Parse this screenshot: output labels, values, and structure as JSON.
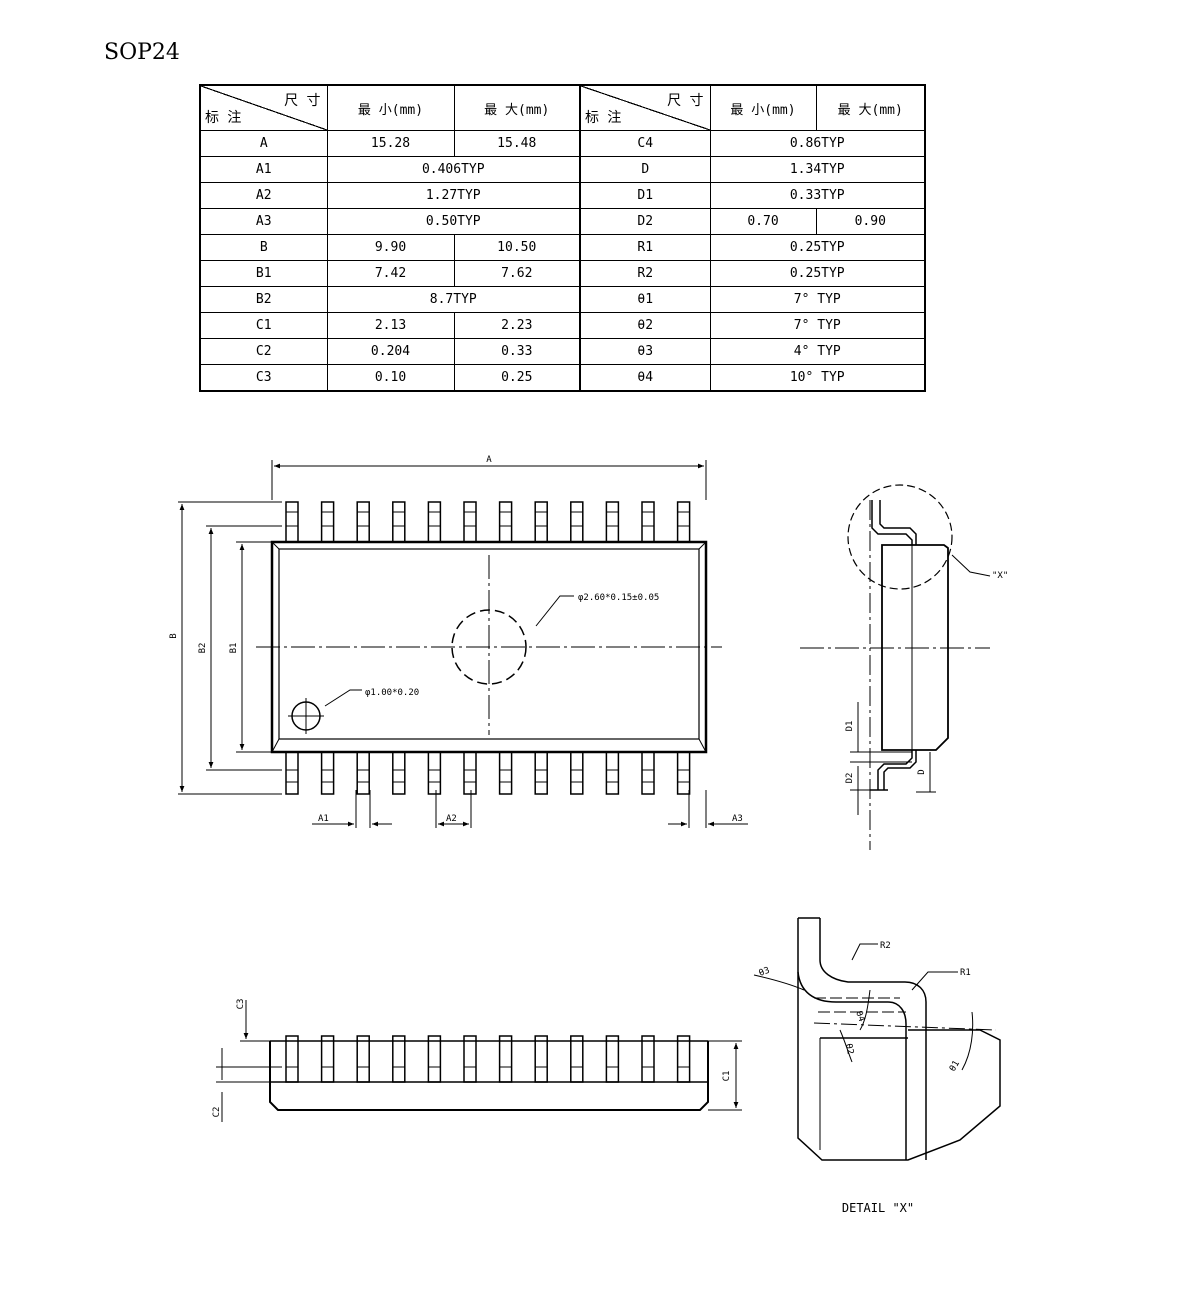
{
  "title": "SOP24",
  "table": {
    "header_top": "尺 寸",
    "header_bottom": "标 注",
    "col_min": "最 小(mm)",
    "col_max": "最 大(mm)",
    "left_rows": [
      {
        "label": "A",
        "min": "15.28",
        "max": "15.48"
      },
      {
        "label": "A1",
        "value": "0.406TYP"
      },
      {
        "label": "A2",
        "value": "1.27TYP"
      },
      {
        "label": "A3",
        "value": "0.50TYP"
      },
      {
        "label": "B",
        "min": "9.90",
        "max": "10.50"
      },
      {
        "label": "B1",
        "min": "7.42",
        "max": "7.62"
      },
      {
        "label": "B2",
        "value": "8.7TYP"
      },
      {
        "label": "C1",
        "min": "2.13",
        "max": "2.23"
      },
      {
        "label": "C2",
        "min": "0.204",
        "max": "0.33"
      },
      {
        "label": "C3",
        "min": "0.10",
        "max": "0.25"
      }
    ],
    "right_rows": [
      {
        "label": "C4",
        "value": "0.86TYP"
      },
      {
        "label": "D",
        "value": "1.34TYP"
      },
      {
        "label": "D1",
        "value": "0.33TYP"
      },
      {
        "label": "D2",
        "min": "0.70",
        "max": "0.90"
      },
      {
        "label": "R1",
        "value": "0.25TYP"
      },
      {
        "label": "R2",
        "value": "0.25TYP"
      },
      {
        "label": "θ1",
        "value": "7° TYP"
      },
      {
        "label": "θ2",
        "value": "7° TYP"
      },
      {
        "label": "θ3",
        "value": "4° TYP"
      },
      {
        "label": "θ4",
        "value": "10° TYP"
      }
    ]
  },
  "drawing_labels": {
    "A": "A",
    "B": "B",
    "B1": "B1",
    "B2": "B2",
    "A1": "A1",
    "A2": "A2",
    "A3": "A3",
    "hole_big": "φ2.60*0.15±0.05",
    "hole_small": "φ1.00*0.20",
    "detail_ref": "\"X\"",
    "D": "D",
    "D1": "D1",
    "D2": "D2",
    "C1": "C1",
    "C2": "C2",
    "C3": "C3",
    "R1": "R1",
    "R2": "R2",
    "theta1": "θ1",
    "theta2": "θ2",
    "theta3": "θ3",
    "theta4": "θ4",
    "detail_caption": "DETAIL \"X\""
  }
}
